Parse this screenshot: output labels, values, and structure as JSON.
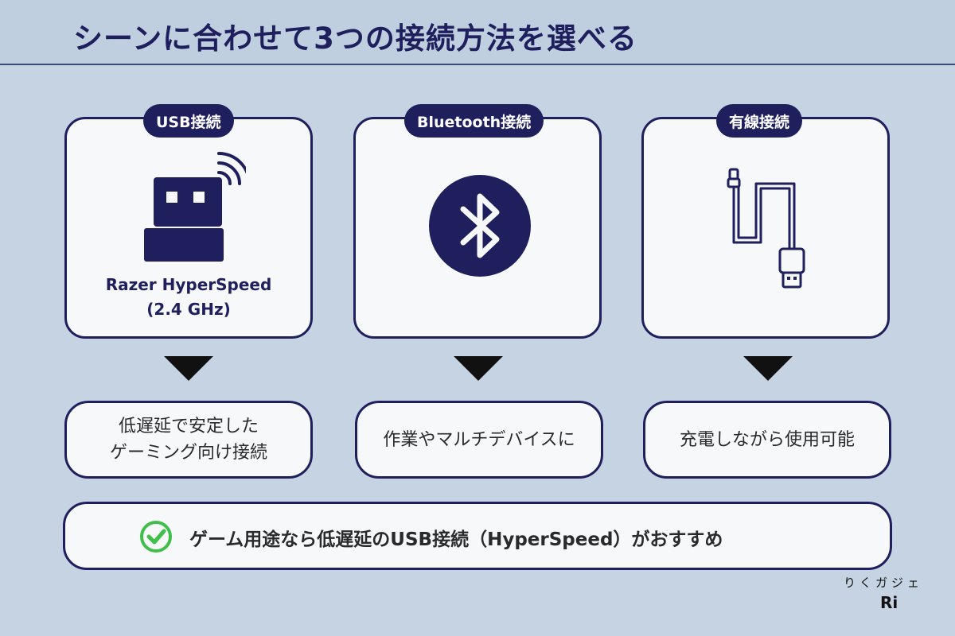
{
  "title": "シーンに合わせて3つの接続方法を選べる",
  "cards": [
    {
      "tag": "USB接続",
      "caption_line1": "Razer HyperSpeed",
      "caption_line2": "(2.4 GHz)",
      "icon": "usb-dongle-icon"
    },
    {
      "tag": "Bluetooth接続",
      "icon": "bluetooth-icon"
    },
    {
      "tag": "有線接続",
      "icon": "usb-cable-icon"
    }
  ],
  "boxes": [
    {
      "line1": "低遅延で安定した",
      "line2": "ゲーミング向け接続"
    },
    {
      "line1": "作業やマルチデバイスに"
    },
    {
      "line1": "充電しながら使用可能"
    }
  ],
  "summary": {
    "text": "ゲーム用途なら低遅延のUSB接続（HyperSpeed）がおすすめ",
    "icon": "check-circle-icon",
    "icon_color": "#3fbf4a"
  },
  "logo": {
    "kana": "りくガジェ",
    "mark": "Ri"
  },
  "colors": {
    "navy": "#1e1f5c",
    "background": "#c5d3e2",
    "card": "#f7f8fa"
  }
}
